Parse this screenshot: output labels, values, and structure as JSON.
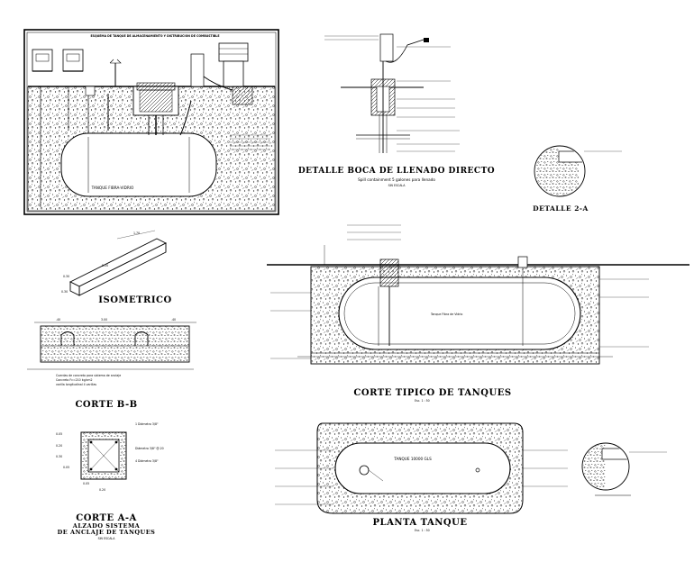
{
  "labels": {
    "esquema_title": "ESQUEMA DE TANQUE DE ALMACENAMIENTO Y DISTRIBUCION DE COMBUSTIBLE",
    "tanque_fibra": "TANQUE FIBRA-VIDRIO",
    "detalle_boca": "DETALLE BOCA DE LLENADO DIRECTO",
    "spill": "Spill containment 5 galones para llenado",
    "sin_escala": "SIN ESCALA",
    "detalle_2a": "DETALLE 2-A",
    "isometrico": "ISOMETRICO",
    "corte_bb": "CORTE B-B",
    "corte_aa": "CORTE A-A",
    "alzado_1": "ALZADO SISTEMA",
    "alzado_2": "DE ANCLAJE DE TANQUES",
    "corte_tipico": "CORTE TIPICO DE TANQUES",
    "planta_tanque": "PLANTA TANQUE",
    "tanque_gls": "TANQUE 10000 GLS",
    "esc_1_50": "Esc. 1 : 50",
    "tanque_fibra_vidrio_small": "Tanque Fibra de Vidrio",
    "cuerdas": "Cuerdas de concreto para sistema de anclaje",
    "concreto": "Concreto Fc=210 kg/cm2",
    "anclaje": "varilla longitudinal 4 varillas",
    "diam1": "1 Diámetro 3/8\"",
    "diam2": "Diámetro 3/8\" @.20",
    "diam3": "4 Diámetro 3/8\""
  },
  "dims": {
    "iso_1": "1.70",
    "iso_2": "0.30",
    "iso_3": "5.20",
    "iso_4": "0.30",
    "bb_1": ".40",
    "bb_2": "3.00",
    "bb_3": ".40",
    "aa_1": "0.05",
    "aa_2": "0.20",
    "aa_3": "0.30",
    "aa_4": "0.05",
    "aa_5": "0.20",
    "aa_6": "0.05"
  }
}
